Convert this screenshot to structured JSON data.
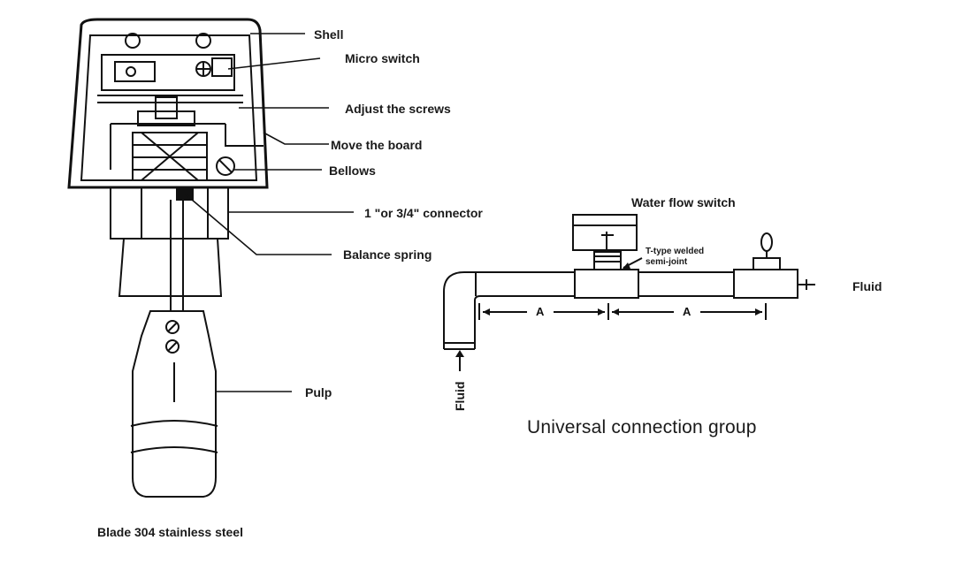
{
  "labels": {
    "shell": "Shell",
    "micro_switch": "Micro switch",
    "adjust_screws": "Adjust the screws",
    "move_board": "Move the board",
    "bellows": "Bellows",
    "connector": "1 \"or 3/4\" connector",
    "balance_spring": "Balance spring",
    "pulp": "Pulp",
    "blade": "Blade 304 stainless steel",
    "water_flow_switch": "Water flow switch",
    "t_type_line1": "T-type welded",
    "t_type_line2": "semi-joint",
    "fluid_out": "Fluid",
    "fluid_in": "Fluid",
    "dim_a1": "A",
    "dim_a2": "A",
    "group_title": "Universal connection group"
  }
}
